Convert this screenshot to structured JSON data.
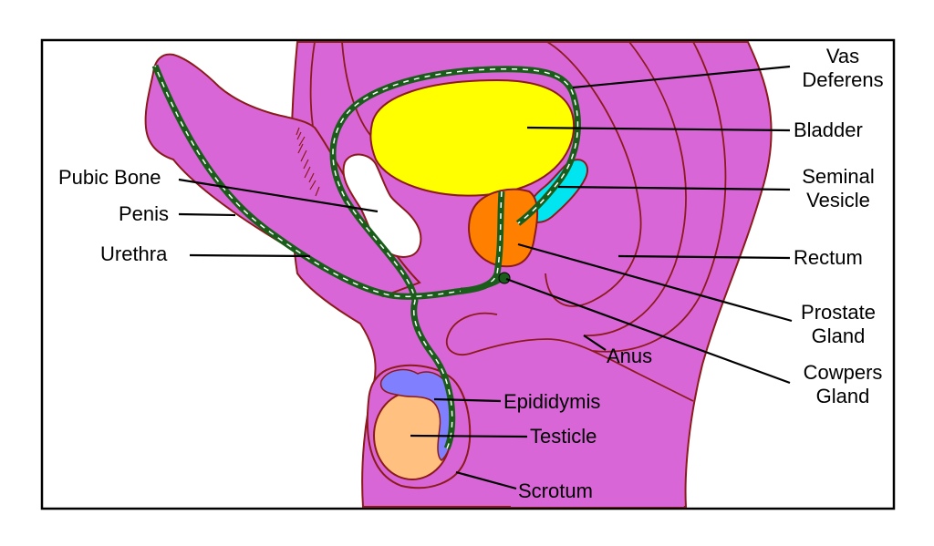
{
  "diagram": {
    "labels": {
      "vas_deferens": [
        "Vas",
        "Deferens"
      ],
      "bladder": "Bladder",
      "seminal_vesicle": [
        "Seminal",
        "Vesicle"
      ],
      "rectum": "Rectum",
      "prostate_gland": [
        "Prostate",
        "Gland"
      ],
      "anus": "Anus",
      "cowpers_gland": [
        "Cowpers",
        "Gland"
      ],
      "pubic_bone": "Pubic Bone",
      "penis": "Penis",
      "urethra": "Urethra",
      "epididymis": "Epididymis",
      "testicle": "Testicle",
      "scrotum": "Scrotum"
    },
    "colors": {
      "body": "#d966d6",
      "outline": "#8b1a1a",
      "bladder": "#ffff00",
      "seminal_vesicle": "#00e5f0",
      "prostate": "#ff8000",
      "testicle": "#ffc080",
      "epididymis": "#8080ff",
      "duct": "#1a5c1a",
      "pubic_bone": "#ffffff"
    }
  }
}
